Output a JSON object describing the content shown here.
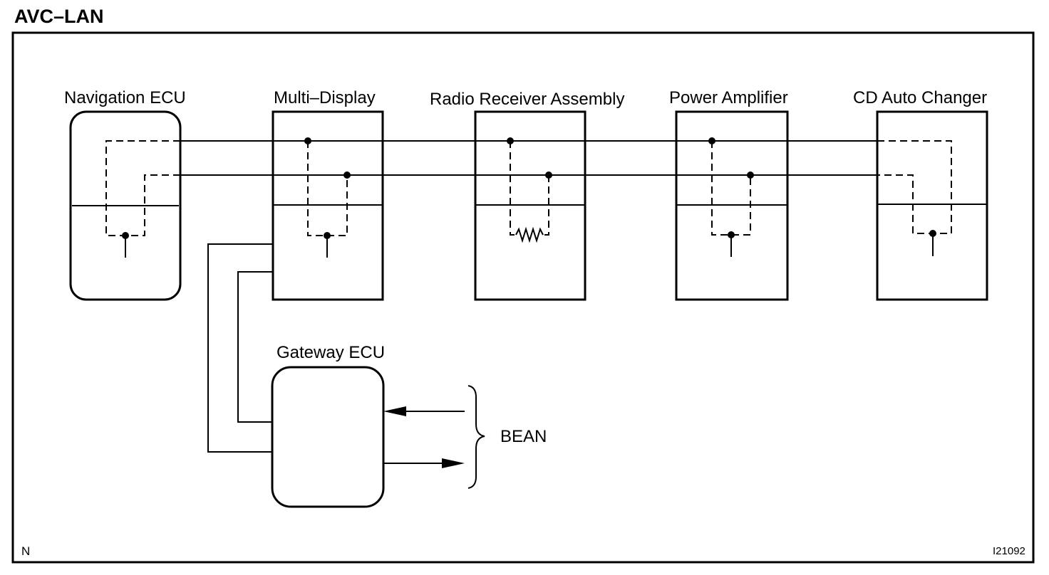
{
  "title": "AVC–LAN",
  "corner_left": "N",
  "corner_right": "I21092",
  "components": {
    "navigation_ecu": "Navigation ECU",
    "multi_display": "Multi–Display",
    "radio_receiver": "Radio Receiver Assembly",
    "power_amplifier": "Power Amplifier",
    "cd_auto_changer": "CD Auto Changer",
    "gateway_ecu": "Gateway ECU"
  },
  "bean_label": "BEAN"
}
